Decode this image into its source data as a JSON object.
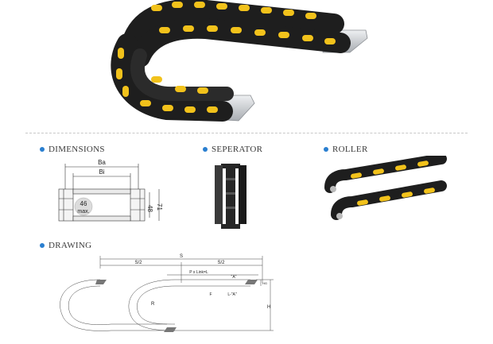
{
  "sections": {
    "dimensions": "DIMENSIONS",
    "separator": "SEPERATOR",
    "roller": "ROLLER",
    "drawing": "DRAWING"
  },
  "dimensions_labels": {
    "ba": "Ba",
    "bi": "Bi",
    "height_inner": "46",
    "height_inner_note": "max.",
    "h48": "48",
    "h71": "71"
  },
  "drawing_labels": {
    "s": "S",
    "s_half_left": "S/2",
    "s_half_right": "S/2",
    "pitch_length": "P x Link=L",
    "detail_a": "\"A\"",
    "f": "F",
    "l_detail_a": "L-\"A\"",
    "r": "R",
    "h": "H",
    "hg": "HG"
  },
  "colors": {
    "accent_dot": "#2a7fd0",
    "chain_black": "#1e1e1e",
    "chain_yellow": "#f2c21b",
    "bracket_silver": "#c9ccd0"
  }
}
